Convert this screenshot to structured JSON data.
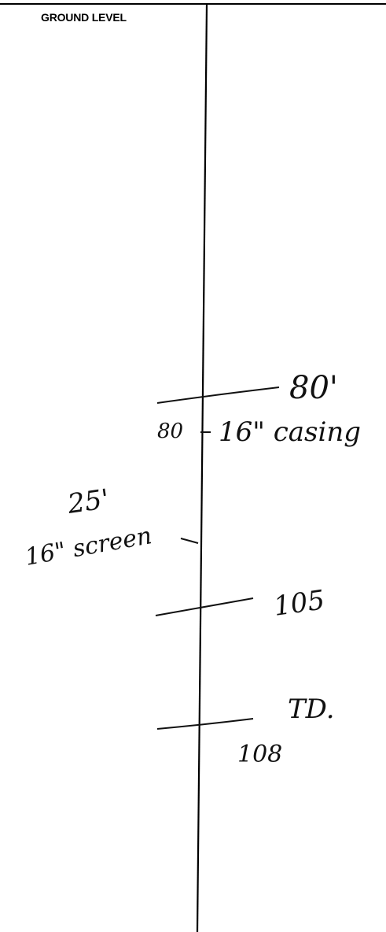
{
  "header": {
    "ground_label": "GROUND LEVEL"
  },
  "annotations": {
    "depth_top": "80'",
    "casing_depth": "80",
    "casing_label": "16\" casing",
    "screen_length": "25'",
    "screen_label": "16\" screen",
    "screen_bottom": "105",
    "td_label": "TD.",
    "td_depth": "108"
  },
  "colors": {
    "ink": "#111111",
    "background": "#ffffff"
  }
}
